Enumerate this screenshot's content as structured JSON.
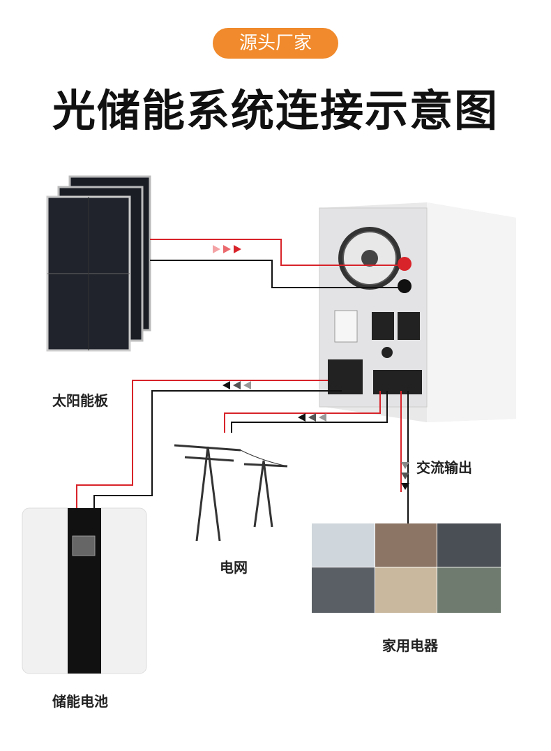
{
  "badge": "源头厂家",
  "title": "光储能系统连接示意图",
  "labels": {
    "solar": "太阳能板",
    "grid": "电网",
    "ac_output": "交流输出",
    "appliances": "家用电器",
    "battery": "储能电池"
  },
  "colors": {
    "badge": "#F08A2C",
    "positive_wire": "#D8232A",
    "negative_wire": "#111111"
  }
}
